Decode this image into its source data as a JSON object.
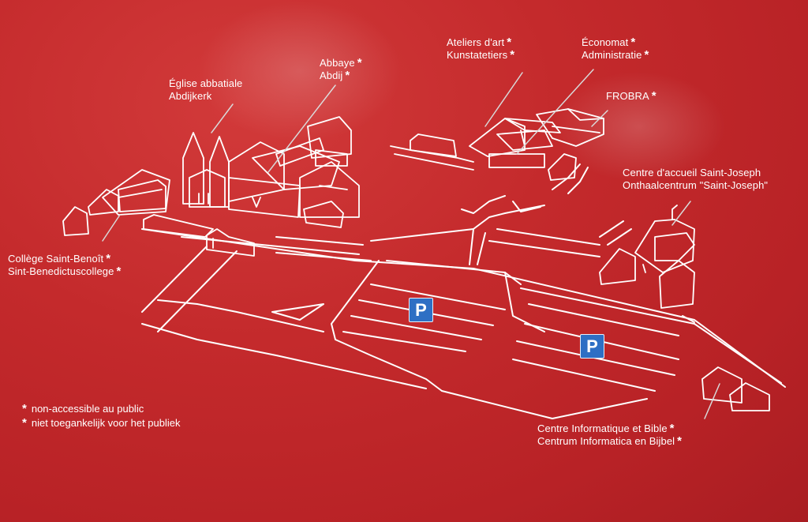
{
  "labels": {
    "abbaye": {
      "fr": "Abbaye",
      "nl": "Abdij"
    },
    "eglise": {
      "fr": "Église abbatiale",
      "nl": "Abdijkerk"
    },
    "ateliers": {
      "fr": "Ateliers d'art",
      "nl": "Kunstatetiers"
    },
    "economat": {
      "fr": "Économat",
      "nl": "Administratie"
    },
    "frobra": {
      "fr": "FROBRA"
    },
    "accueil": {
      "fr": "Centre d'accueil Saint-Joseph",
      "nl": "Onthaalcentrum \"Saint-Joseph\""
    },
    "college": {
      "fr": "Collège Saint-Benoît",
      "nl": "Sint-Benedictuscollege"
    },
    "informatique": {
      "fr": "Centre Informatique et Bible",
      "nl": "Centrum Informatica en Bijbel"
    }
  },
  "star_symbol": "*",
  "parking": {
    "symbol": "P",
    "color": "#2e6fc4"
  },
  "legend": {
    "fr": "non-accessible au public",
    "nl": "niet toegankelijk voor het publiek"
  },
  "colors": {
    "background": "#c42a2c",
    "lines": "#ffffff"
  }
}
